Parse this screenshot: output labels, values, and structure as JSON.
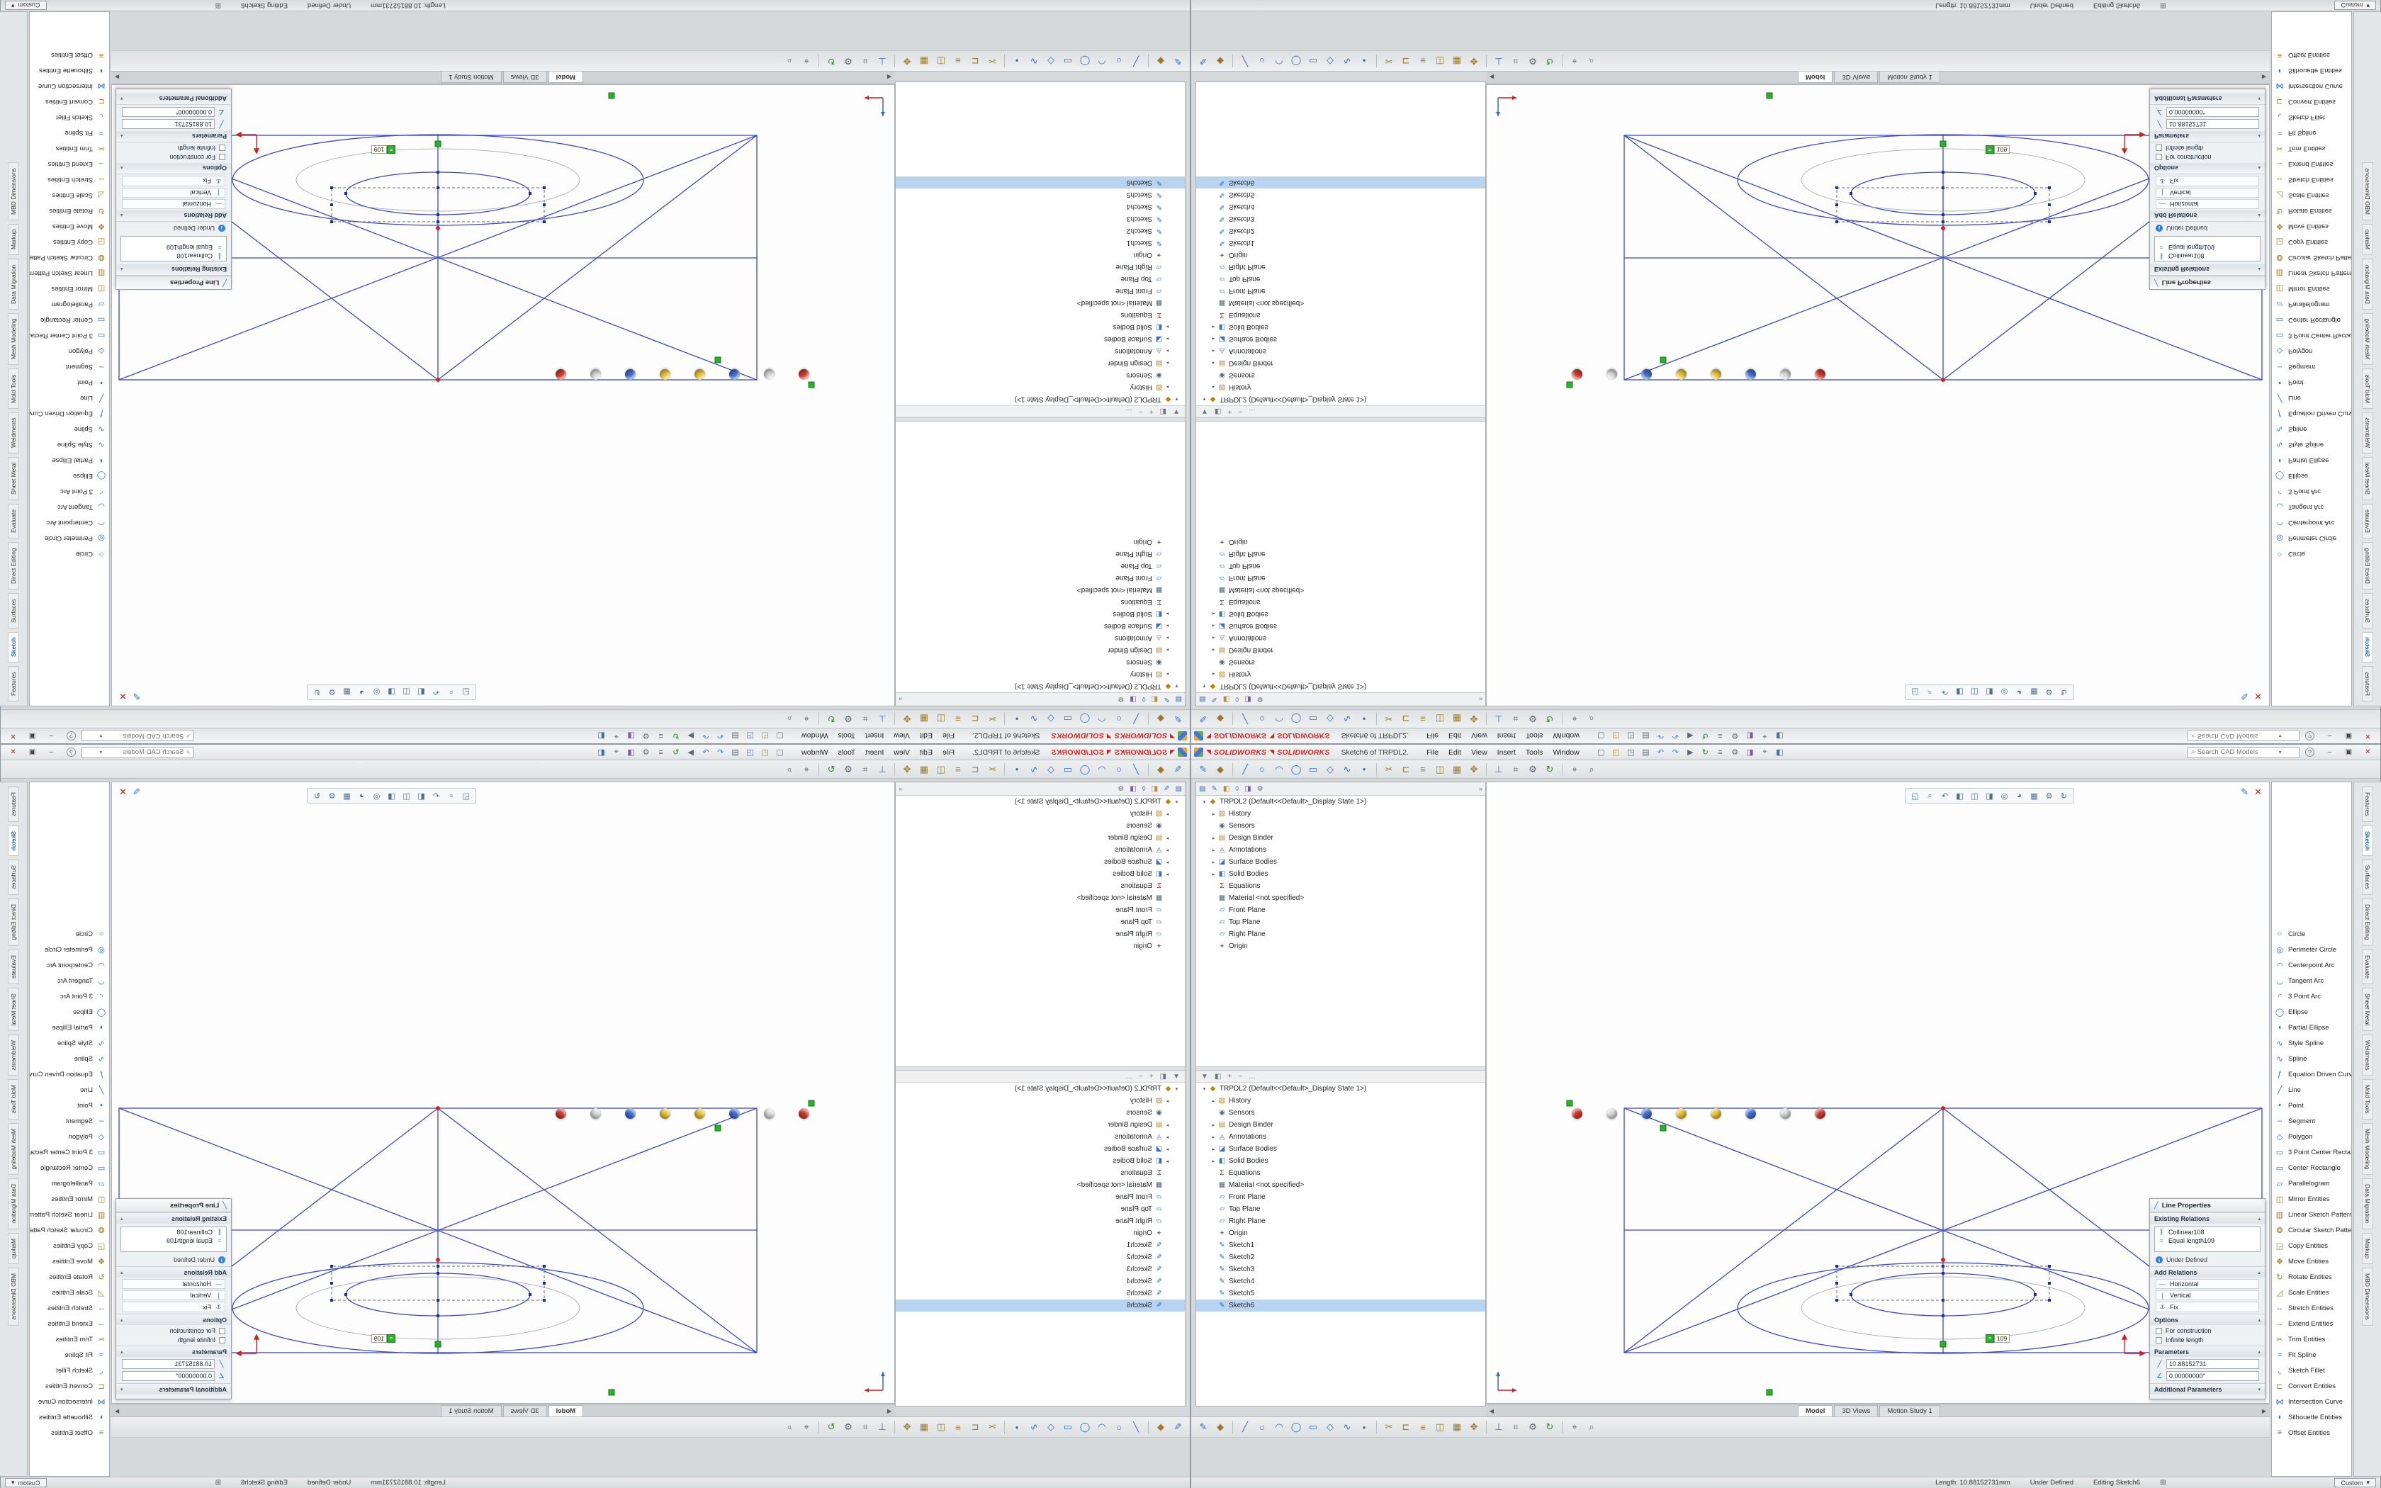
{
  "titlebar": {
    "logo_glyph": "◥",
    "brand1": "SOLIDWORKS",
    "brand2": "SOLIDWORKS",
    "title": "Sketch6 of TRPDL2.",
    "menus": [
      "File",
      "Edit",
      "View",
      "Insert",
      "Tools",
      "Window"
    ],
    "quick_icons": [
      {
        "n": "new-document",
        "g": "▢",
        "c": "#5a6a78"
      },
      {
        "n": "open-document",
        "g": "◰",
        "c": "#b08a3e"
      },
      {
        "n": "save-document",
        "g": "◳",
        "c": "#4a6f8f"
      },
      {
        "n": "print",
        "g": "▤",
        "c": "#5a6a78"
      },
      {
        "n": "undo",
        "g": "↶",
        "c": "#3c7edb"
      },
      {
        "n": "redo",
        "g": "↷",
        "c": "#3c7edb"
      },
      {
        "n": "select",
        "g": "▶",
        "c": "#5a6a78"
      },
      {
        "n": "rebuild",
        "g": "↻",
        "c": "#2a8a2a"
      },
      {
        "n": "file-properties",
        "g": "≡",
        "c": "#5a6a78"
      },
      {
        "n": "options",
        "g": "⚙",
        "c": "#5a6a78"
      },
      {
        "n": "edit-appearance",
        "g": "◨",
        "c": "#7a5aa0"
      },
      {
        "n": "measure",
        "g": "⌖",
        "c": "#4a6f8f"
      },
      {
        "n": "section-view",
        "g": "◧",
        "c": "#4a6f8f"
      }
    ],
    "search_placeholder": "Search CAD Models",
    "search_arrow": "▾",
    "help_label": "?",
    "minimize_glyph": "–",
    "maximize_glyph": "▣",
    "close_glyph": "✕"
  },
  "command_bar": {
    "groups": [
      [
        {
          "n": "exit-sketch",
          "g": "✎",
          "c": "#2d6fbb"
        },
        {
          "n": "smart-dimension",
          "g": "◆",
          "c": "#9a7b2d"
        }
      ],
      [
        {
          "n": "line-tool",
          "g": "╱",
          "c": "#2d6fbb"
        },
        {
          "n": "circle-tool",
          "g": "○",
          "c": "#2d6fbb"
        },
        {
          "n": "arc-tool",
          "g": "◠",
          "c": "#2d6fbb"
        },
        {
          "n": "ellipse-tool",
          "g": "◯",
          "c": "#2d6fbb"
        },
        {
          "n": "rectangle-tool",
          "g": "▭",
          "c": "#2d6fbb"
        },
        {
          "n": "polygon-tool",
          "g": "◇",
          "c": "#2d6fbb"
        },
        {
          "n": "spline-tool",
          "g": "∿",
          "c": "#2d6fbb"
        },
        {
          "n": "point-tool",
          "g": "•",
          "c": "#2d6fbb"
        }
      ],
      [
        {
          "n": "trim-entities",
          "g": "✂",
          "c": "#9a7b2d"
        },
        {
          "n": "convert-entities",
          "g": "⊏",
          "c": "#9a7b2d"
        },
        {
          "n": "offset-entities",
          "g": "≡",
          "c": "#9a7b2d"
        },
        {
          "n": "mirror-entities",
          "g": "◫",
          "c": "#9a7b2d"
        },
        {
          "n": "linear-sketch-pattern",
          "g": "▦",
          "c": "#9a7b2d"
        },
        {
          "n": "move-entities",
          "g": "✥",
          "c": "#9a7b2d"
        }
      ],
      [
        {
          "n": "display-relations",
          "g": "⊥",
          "c": "#2d6fbb"
        },
        {
          "n": "repair-sketch",
          "g": "⌗",
          "c": "#5a6a78"
        },
        {
          "n": "system-options",
          "g": "⚙",
          "c": "#5a6a78"
        },
        {
          "n": "rebuild-model",
          "g": "↻",
          "c": "#2a8a2a"
        }
      ],
      [
        {
          "n": "evaluate",
          "g": "⌖",
          "c": "#5a6a78"
        },
        {
          "n": "zoom-tool",
          "g": "⌕",
          "c": "#5a6a78"
        }
      ]
    ]
  },
  "feature_manager": {
    "tabs": [
      {
        "n": "featuremanager-tree-tab",
        "g": "▤",
        "c": "#3b6fb5"
      },
      {
        "n": "propertymanager-tab",
        "g": "✎",
        "c": "#3b6fb5"
      },
      {
        "n": "configurationmanager-tab",
        "g": "◧",
        "c": "#b08a3e"
      },
      {
        "n": "dimxpertmanager-tab",
        "g": "◊",
        "c": "#3b6fb5"
      },
      {
        "n": "displaymanager-tab",
        "g": "◨",
        "c": "#7a5aa0"
      },
      {
        "n": "cam-tab",
        "g": "⚙",
        "c": "#5a6a78"
      }
    ],
    "tabs_overflow": "»",
    "pane_head_icons": [
      {
        "n": "pane-filter",
        "g": "▼"
      },
      {
        "n": "pane-display",
        "g": "◧"
      },
      {
        "n": "pane-expand-all",
        "g": "+"
      },
      {
        "n": "pane-collapse-all",
        "g": "−"
      },
      {
        "n": "pane-more",
        "g": "…"
      }
    ],
    "top_pane": [
      {
        "e": "▾",
        "g": "◆",
        "c": "#b8860b",
        "t": "TRPDL2 (Default<<Default>_Display State 1>)",
        "p": 0
      },
      {
        "e": "▸",
        "g": "▨",
        "c": "#b08a3e",
        "t": "History",
        "p": 1
      },
      {
        "e": "",
        "g": "◉",
        "c": "#5a6a78",
        "t": "Sensors",
        "p": 1
      },
      {
        "e": "▸",
        "g": "▤",
        "c": "#b08a3e",
        "t": "Design Binder",
        "p": 1
      },
      {
        "e": "▸",
        "g": "◬",
        "c": "#5a6a78",
        "t": "Annotations",
        "p": 1
      },
      {
        "e": "▸",
        "g": "◪",
        "c": "#3b6fb5",
        "t": "Surface Bodies",
        "p": 1
      },
      {
        "e": "▸",
        "g": "◧",
        "c": "#3b6fb5",
        "t": "Solid Bodies",
        "p": 1
      },
      {
        "e": "",
        "g": "Σ",
        "c": "#8a2f2f",
        "t": "Equations",
        "p": 1
      },
      {
        "e": "",
        "g": "▦",
        "c": "#5a6a78",
        "t": "Material <not specified>",
        "p": 1
      },
      {
        "e": "",
        "g": "▱",
        "c": "#3b6fb5",
        "t": "Front Plane",
        "p": 1
      },
      {
        "e": "",
        "g": "▱",
        "c": "#3b6fb5",
        "t": "Top Plane",
        "p": 1
      },
      {
        "e": "",
        "g": "▱",
        "c": "#3b6fb5",
        "t": "Right Plane",
        "p": 1
      },
      {
        "e": "",
        "g": "⌖",
        "c": "#333333",
        "t": "Origin",
        "p": 1
      }
    ],
    "bottom_pane": [
      {
        "e": "▾",
        "g": "◆",
        "c": "#b8860b",
        "t": "TRPDL2 (Default<<Default>_Display State 1>)",
        "p": 0
      },
      {
        "e": "▸",
        "g": "▨",
        "c": "#b08a3e",
        "t": "History",
        "p": 1
      },
      {
        "e": "",
        "g": "◉",
        "c": "#5a6a78",
        "t": "Sensors",
        "p": 1
      },
      {
        "e": "▸",
        "g": "▤",
        "c": "#b08a3e",
        "t": "Design Binder",
        "p": 1
      },
      {
        "e": "▸",
        "g": "◬",
        "c": "#5a6a78",
        "t": "Annotations",
        "p": 1
      },
      {
        "e": "▸",
        "g": "◪",
        "c": "#3b6fb5",
        "t": "Surface Bodies",
        "p": 1
      },
      {
        "e": "▸",
        "g": "◧",
        "c": "#3b6fb5",
        "t": "Solid Bodies",
        "p": 1
      },
      {
        "e": "",
        "g": "Σ",
        "c": "#8a2f2f",
        "t": "Equations",
        "p": 1
      },
      {
        "e": "",
        "g": "▦",
        "c": "#5a6a78",
        "t": "Material <not specified>",
        "p": 1
      },
      {
        "e": "",
        "g": "▱",
        "c": "#3b6fb5",
        "t": "Front Plane",
        "p": 1
      },
      {
        "e": "",
        "g": "▱",
        "c": "#3b6fb5",
        "t": "Top Plane",
        "p": 1
      },
      {
        "e": "",
        "g": "▱",
        "c": "#3b6fb5",
        "t": "Right Plane",
        "p": 1
      },
      {
        "e": "",
        "g": "⌖",
        "c": "#333333",
        "t": "Origin",
        "p": 1
      },
      {
        "e": "",
        "g": "✎",
        "c": "#2d6fbb",
        "t": "Sketch1",
        "p": 1
      },
      {
        "e": "",
        "g": "✎",
        "c": "#2d6fbb",
        "t": "Sketch2",
        "p": 1
      },
      {
        "e": "",
        "g": "✎",
        "c": "#2d6fbb",
        "t": "Sketch3",
        "p": 1
      },
      {
        "e": "",
        "g": "✎",
        "c": "#2d6fbb",
        "t": "Sketch4",
        "p": 1
      },
      {
        "e": "",
        "g": "✎",
        "c": "#2d6fbb",
        "t": "Sketch5",
        "p": 1
      },
      {
        "e": "",
        "g": "✎",
        "c": "#2d6fbb",
        "t": "Sketch6",
        "p": 1,
        "sel": true
      }
    ]
  },
  "heads_up": [
    {
      "n": "zoom-fit",
      "g": "◱"
    },
    {
      "n": "zoom-area",
      "g": "⌕"
    },
    {
      "n": "previous-view",
      "g": "↶"
    },
    {
      "n": "section-view",
      "g": "◧"
    },
    {
      "n": "view-orientation",
      "g": "◫"
    },
    {
      "n": "display-style",
      "g": "◨"
    },
    {
      "n": "hide-show-items",
      "g": "◎"
    },
    {
      "n": "edit-appearance",
      "g": "◕"
    },
    {
      "n": "apply-scene",
      "g": "▦"
    },
    {
      "n": "view-settings",
      "g": "⚙"
    },
    {
      "n": "rotate-view",
      "g": "↻"
    }
  ],
  "context_bar": [
    {
      "n": "context-ball-red-left",
      "c": "#cf3a2c"
    },
    {
      "n": "context-ball-gray-left",
      "c": "#d8dadc"
    },
    {
      "n": "context-ball-blue-left",
      "c": "#3f6fd0"
    },
    {
      "n": "context-ball-yellow-left",
      "c": "#e8c437"
    },
    {
      "n": "context-ball-yellow-right",
      "c": "#e8c437"
    },
    {
      "n": "context-ball-blue-right",
      "c": "#3f6fd0"
    },
    {
      "n": "context-ball-gray-right",
      "c": "#d8dadc"
    },
    {
      "n": "context-ball-red-right",
      "c": "#cf3a2c"
    }
  ],
  "confirm_corner": {
    "sketch_glyph": "✎",
    "close_glyph": "✕"
  },
  "graphics": {
    "callout_icon": "=",
    "callouts": [
      "109",
      "109"
    ]
  },
  "property_panel": {
    "title": "Line Properties",
    "title_icon": "╱",
    "chevron_up": "▴",
    "chevron_down": "▾",
    "sections": {
      "existing_relations": {
        "label": "Existing Relations",
        "items": [
          {
            "g": "∥",
            "t": "Collinear108"
          },
          {
            "g": "=",
            "t": "Equal length109"
          }
        ]
      },
      "status": "Under Defined",
      "add_relations": {
        "label": "Add Relations",
        "items": [
          {
            "g": "—",
            "t": "Horizontal"
          },
          {
            "g": "|",
            "t": "Vertical"
          },
          {
            "g": "⚓",
            "t": "Fix"
          }
        ]
      },
      "options": {
        "label": "Options",
        "items": [
          "For construction",
          "Infinite length"
        ]
      },
      "parameters": {
        "label": "Parameters",
        "fields": [
          {
            "g": "╱",
            "v": "10.88152731"
          },
          {
            "g": "∠",
            "v": "0.00000000°"
          }
        ]
      },
      "additional_parameters": {
        "label": "Additional Parameters"
      }
    }
  },
  "sketch_tools": [
    {
      "g": "○",
      "c": "#2d6fbb",
      "t": "Circle"
    },
    {
      "g": "◎",
      "c": "#2d6fbb",
      "t": "Perimeter Circle"
    },
    {
      "g": "◠",
      "c": "#2d6fbb",
      "t": "Centerpoint Arc"
    },
    {
      "g": "◡",
      "c": "#2d6fbb",
      "t": "Tangent Arc"
    },
    {
      "g": "◜",
      "c": "#2d6fbb",
      "t": "3 Point Arc"
    },
    {
      "g": "◯",
      "c": "#2d6fbb",
      "t": "Ellipse"
    },
    {
      "g": "◖",
      "c": "#2d6fbb",
      "t": "Partial Ellipse"
    },
    {
      "g": "∿",
      "c": "#2d6fbb",
      "t": "Style Spline"
    },
    {
      "g": "∿",
      "c": "#2d6fbb",
      "t": "Spline"
    },
    {
      "g": "ƒ",
      "c": "#2d6fbb",
      "t": "Equation Driven Curve"
    },
    {
      "g": "╱",
      "c": "#2d6fbb",
      "t": "Line"
    },
    {
      "g": "•",
      "c": "#2d6fbb",
      "t": "Point"
    },
    {
      "g": "┄",
      "c": "#2d6fbb",
      "t": "Segment"
    },
    {
      "g": "◇",
      "c": "#2d6fbb",
      "t": "Polygon"
    },
    {
      "g": "▭",
      "c": "#2d6fbb",
      "t": "3 Point Center Recta..."
    },
    {
      "g": "▭",
      "c": "#2d6fbb",
      "t": "Center Rectangle"
    },
    {
      "g": "▱",
      "c": "#2d6fbb",
      "t": "Parallelogram"
    },
    {
      "g": "◫",
      "c": "#9a7b2d",
      "t": "Mirror Entities"
    },
    {
      "g": "▥",
      "c": "#9a7b2d",
      "t": "Linear Sketch Pattern"
    },
    {
      "g": "❂",
      "c": "#9a7b2d",
      "t": "Circular Sketch Pattern"
    },
    {
      "g": "◲",
      "c": "#9a7b2d",
      "t": "Copy Entities"
    },
    {
      "g": "✥",
      "c": "#9a7b2d",
      "t": "Move Entities"
    },
    {
      "g": "↻",
      "c": "#9a7b2d",
      "t": "Rotate Entities"
    },
    {
      "g": "◿",
      "c": "#9a7b2d",
      "t": "Scale Entities"
    },
    {
      "g": "↔",
      "c": "#9a7b2d",
      "t": "Stretch Entities"
    },
    {
      "g": "→",
      "c": "#9a7b2d",
      "t": "Extend Entities"
    },
    {
      "g": "✂",
      "c": "#9a7b2d",
      "t": "Trim Entities"
    },
    {
      "g": "≈",
      "c": "#2d6fbb",
      "t": "Fit Spline"
    },
    {
      "g": "◟",
      "c": "#2d6fbb",
      "t": "Sketch Fillet"
    },
    {
      "g": "⊏",
      "c": "#9a7b2d",
      "t": "Convert Entities"
    },
    {
      "g": "⋈",
      "c": "#2d6fbb",
      "t": "Intersection Curve"
    },
    {
      "g": "◗",
      "c": "#2d6fbb",
      "t": "Silhouette Entities"
    },
    {
      "g": "≡",
      "c": "#9a7b2d",
      "t": "Offset Entities"
    }
  ],
  "side_tabs": {
    "active": "Sketch",
    "tabs": [
      "Features",
      "Sketch",
      "Surfaces",
      "Direct Editing",
      "Evaluate",
      "Sheet Metal",
      "Weldments",
      "Mold Tools",
      "Mesh Modeling",
      "Data Migration",
      "Markup",
      "MBD Dimensions"
    ]
  },
  "doc_tabs": {
    "left_arrow": "◀",
    "right_arrow": "▶",
    "active": "Model",
    "tabs": [
      "Model",
      "3D Views",
      "Motion Study 1"
    ]
  },
  "status_bar": {
    "length": "Length: 10.88152731mm",
    "state": "Under Defined",
    "editing": "Editing Sketch6",
    "grid_glyph": "⊞",
    "units": "Custom",
    "units_arrow": "▾"
  }
}
